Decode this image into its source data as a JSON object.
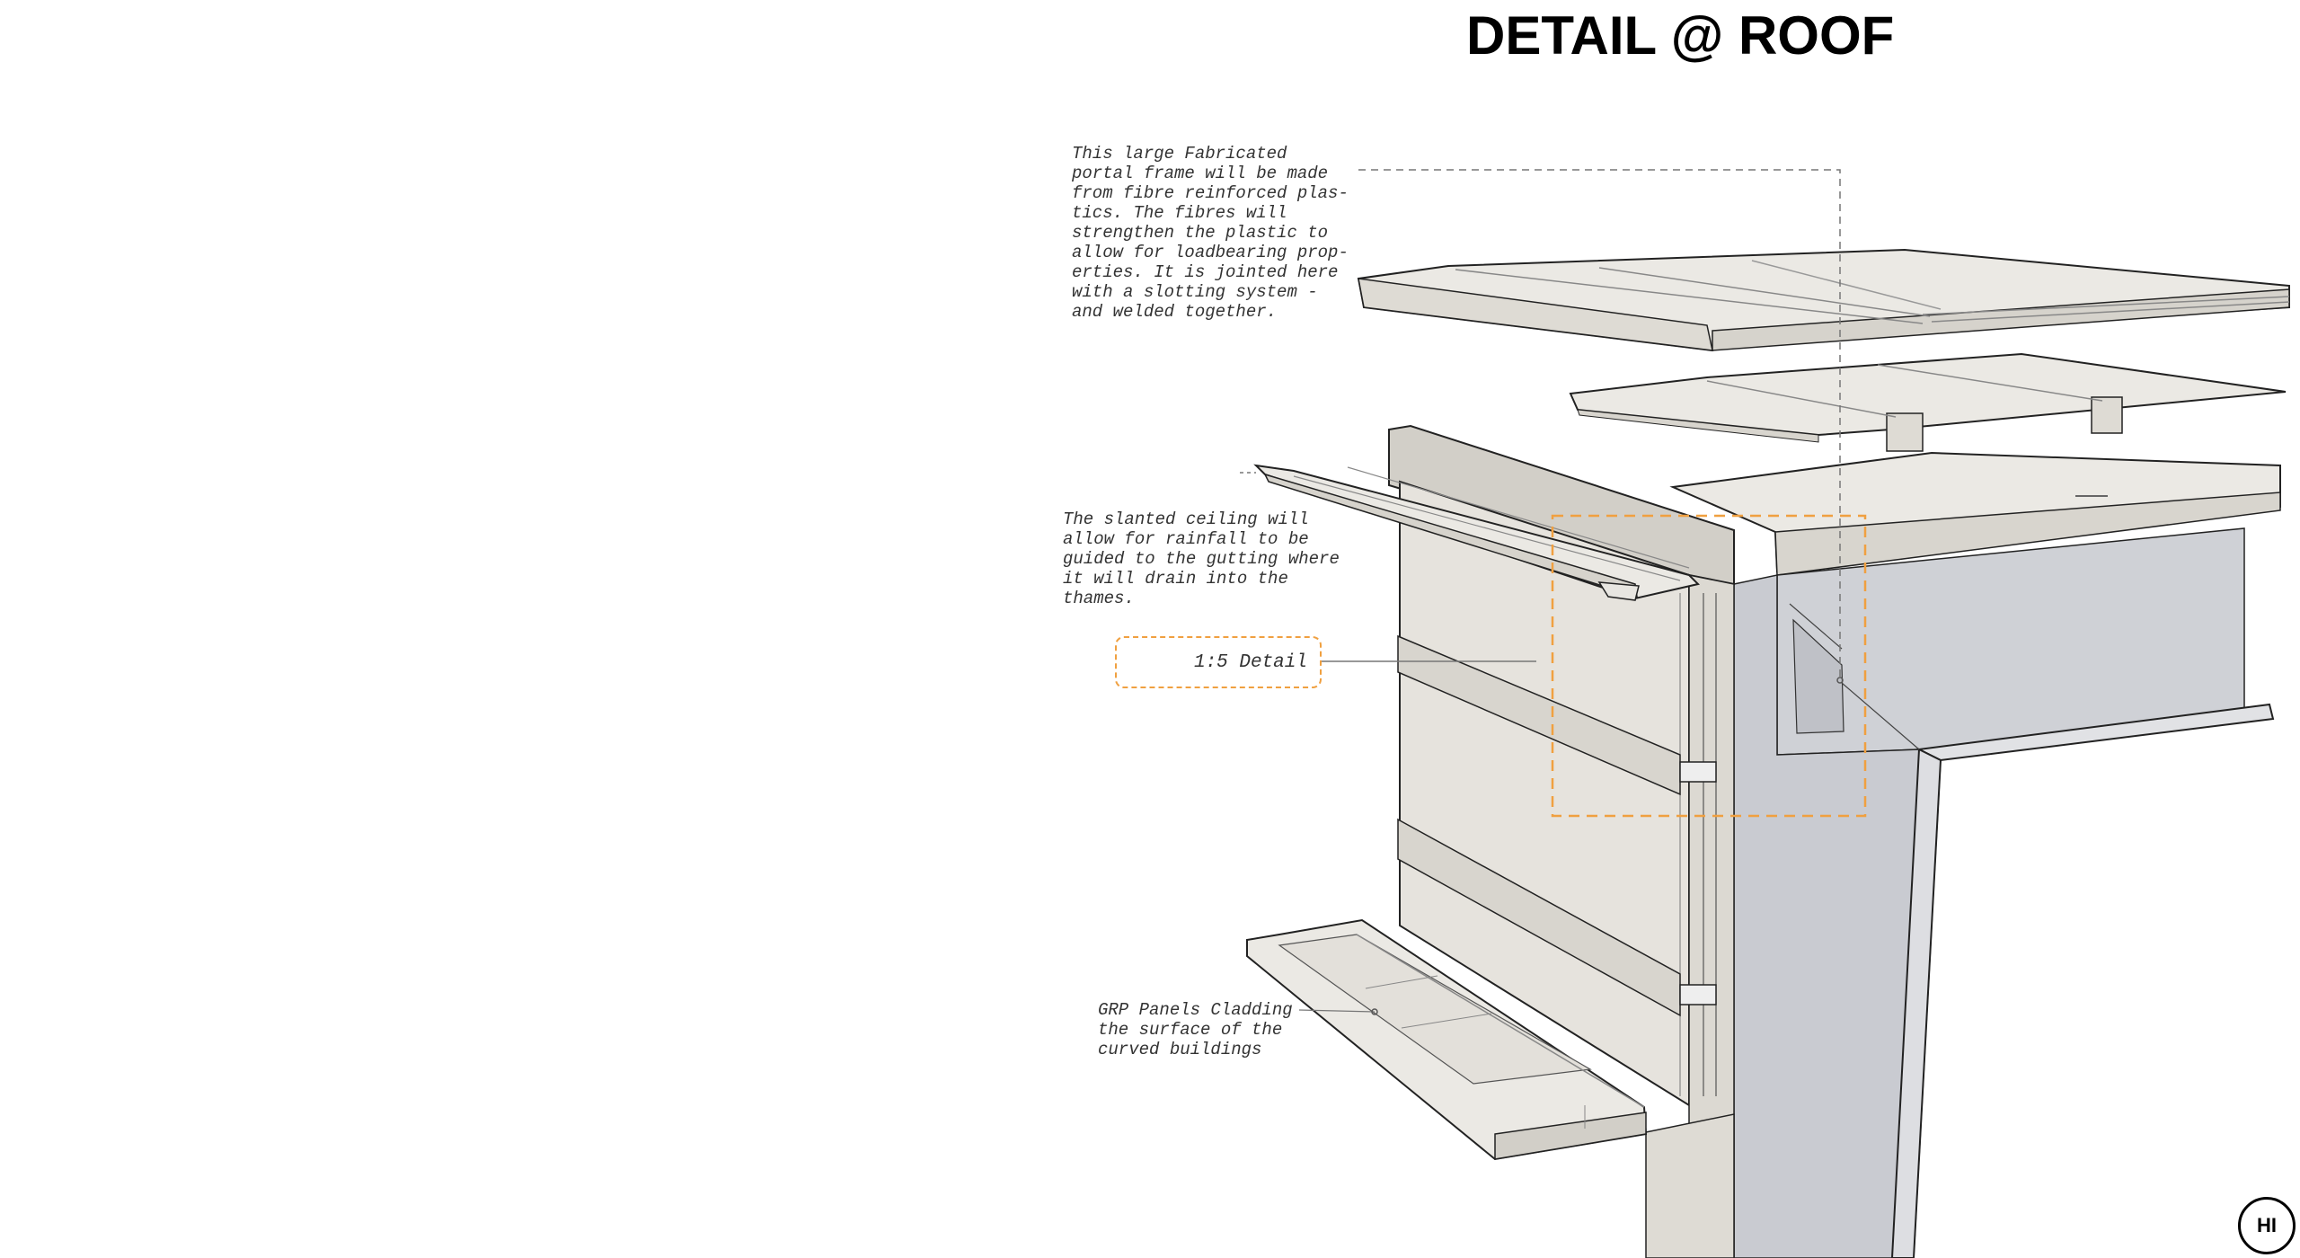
{
  "page": {
    "title": "DETAIL @ ROOF",
    "badge": "HI"
  },
  "annotations": {
    "frame_note": "This large Fabricated\nportal frame will be made\nfrom fibre reinforced plas-\ntics. The fibres will\nstrengthen the plastic to\nallow for loadbearing prop-\nerties. It is jointed here\nwith a slotting system -\nand welded together.",
    "ceiling_note": "The slanted ceiling will\nallow for rainfall to be\nguided to the gutting where\nit will drain into the\nthames.",
    "grp_note": "GRP Panels Cladding\nthe surface of the\ncurved buildings",
    "detail_callout": "1:5 Detail"
  },
  "colors": {
    "panel_light": "#ebe9e4",
    "panel_face": "#e3e0da",
    "panel_shadow": "#d2cfc8",
    "frame_grey": "#cfd1d6",
    "frame_dark": "#bcbec4",
    "outline": "#222222",
    "callout_orange": "#f0a040",
    "leader_grey": "#777777"
  }
}
